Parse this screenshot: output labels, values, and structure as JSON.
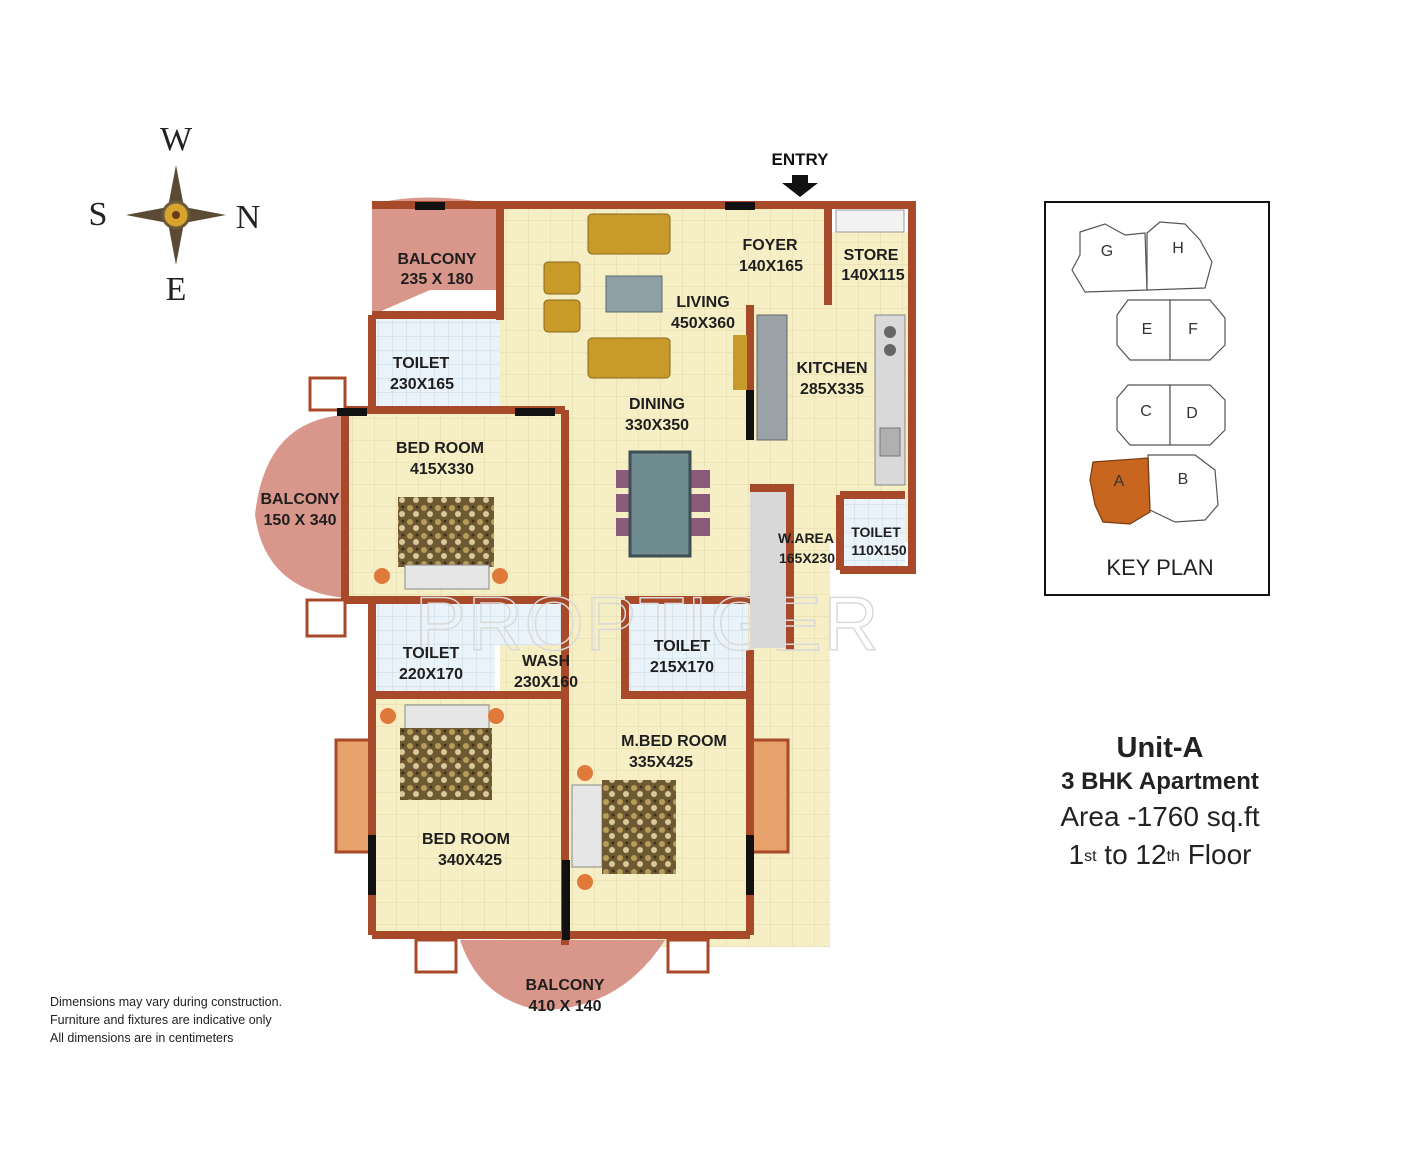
{
  "compass": {
    "top": "W",
    "left": "S",
    "right": "N",
    "bottom": "E"
  },
  "entry_label": "ENTRY",
  "rooms": {
    "balcony_top": {
      "name": "BALCONY",
      "dim": "235 X 180"
    },
    "foyer": {
      "name": "FOYER",
      "dim": "140X165"
    },
    "store": {
      "name": "STORE",
      "dim": "140X115"
    },
    "living": {
      "name": "LIVING",
      "dim": "450X360"
    },
    "kitchen": {
      "name": "KITCHEN",
      "dim": "285X335"
    },
    "toilet_1": {
      "name": "TOILET",
      "dim": "230X165"
    },
    "dining": {
      "name": "DINING",
      "dim": "330X350"
    },
    "bedroom_1": {
      "name": "BED ROOM",
      "dim": "415X330"
    },
    "balcony_left": {
      "name": "BALCONY",
      "dim": "150 X 340"
    },
    "warea": {
      "name": "W.AREA",
      "dim": "165X230"
    },
    "toilet_kitchen": {
      "name": "TOILET",
      "dim": "110X150"
    },
    "toilet_2": {
      "name": "TOILET",
      "dim": "220X170"
    },
    "wash": {
      "name": "WASH",
      "dim": "230X160"
    },
    "toilet_3": {
      "name": "TOILET",
      "dim": "215X170"
    },
    "mbedroom": {
      "name": "M.BED ROOM",
      "dim": "335X425"
    },
    "bedroom_2": {
      "name": "BED ROOM",
      "dim": "340X425"
    },
    "balcony_bottom": {
      "name": "BALCONY",
      "dim": "410 X 140"
    }
  },
  "key_plan": {
    "title": "KEY PLAN",
    "units": [
      "G",
      "H",
      "E",
      "F",
      "C",
      "D",
      "A",
      "B"
    ],
    "highlight": "A",
    "highlight_color": "#c8651e"
  },
  "unit_info": {
    "title": "Unit-A",
    "type": "3 BHK Apartment",
    "area": "Area -1760 sq.ft",
    "floor_from": "1",
    "floor_from_suffix": "st",
    "floor_mid": " to 12",
    "floor_to_suffix": "th",
    "floor_end": " Floor"
  },
  "notes": [
    "Dimensions may vary during construction.",
    "Furniture and fixtures are indicative only",
    "All dimensions are in centimeters"
  ],
  "watermark": "PROPTIGER",
  "colors": {
    "floor": "#f6efc6",
    "wall": "#a84a2a",
    "balcony": "#d9968a",
    "toilet_floor": "#e8f2f8",
    "sofa": "#c79a2a",
    "dining_table": "#6f8c90"
  }
}
